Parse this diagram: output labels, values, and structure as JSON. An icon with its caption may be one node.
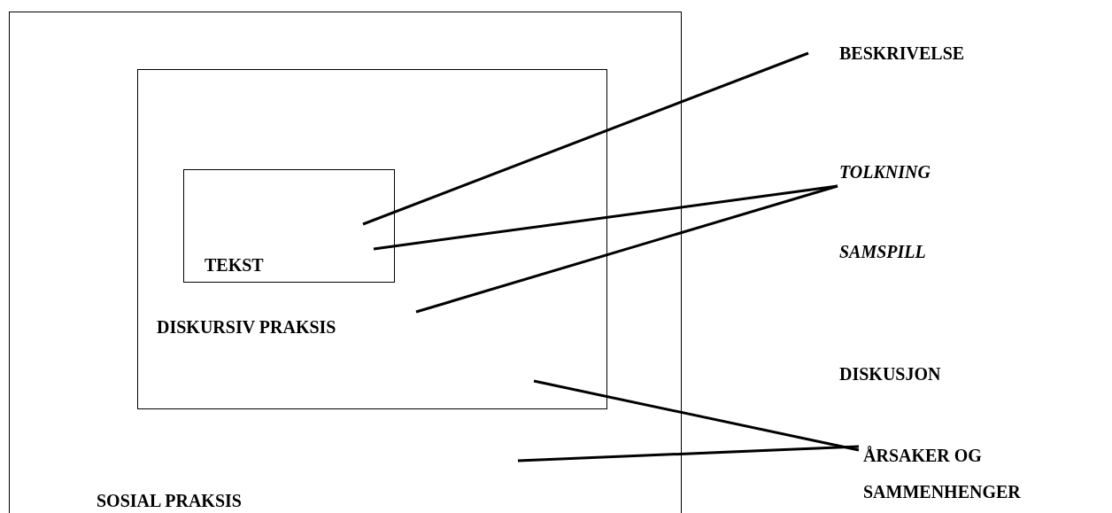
{
  "diagram": {
    "nodes": [
      {
        "text": [
          "SOSIAL PRAKSIS"
        ]
      },
      {
        "text": [
          "DISKURSIV PRAKSIS"
        ],
        "in": 0
      },
      {
        "text": [
          "TEKST"
        ],
        "in": 1
      },
      {
        "text": [
          "BESKRIVELSE"
        ]
      },
      {
        "text": [
          "TOLKNING"
        ]
      },
      {
        "text": [
          "ÅRSAKER OG SAMMENHENGER"
        ]
      }
    ],
    "edges": [
      {
        "from": 3,
        "to": 2,
        "arrow": "none"
      },
      {
        "from": 4,
        "to": 2,
        "arrow": "none"
      },
      {
        "from": 4,
        "to": 1,
        "arrow": "none"
      },
      {
        "from": 5,
        "to": 1,
        "arrow": "none"
      },
      {
        "from": 5,
        "to": 0,
        "arrow": "none"
      }
    ],
    "labels": [
      "SAMSPILL",
      "DISKUSJON"
    ]
  }
}
